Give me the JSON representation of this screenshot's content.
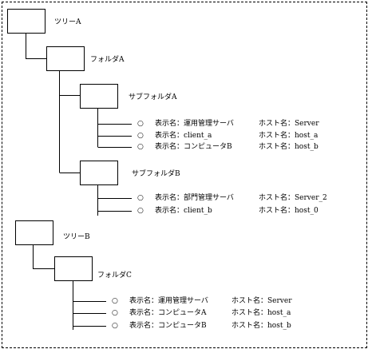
{
  "trees": [
    {
      "label": "ツリーA",
      "folders": [
        {
          "label": "フォルダA",
          "subfolders": [
            {
              "label": "サブフォルダA",
              "items": [
                {
                  "bullet": "○",
                  "display": "表示名：運用管理サーバ",
                  "host": "ホスト名：Server"
                },
                {
                  "bullet": "○",
                  "display": "表示名：client_a",
                  "host": "ホスト名：host_a"
                },
                {
                  "bullet": "○",
                  "display": "表示名：コンピュータB",
                  "host": "ホスト名：host_b"
                }
              ]
            },
            {
              "label": "サブフォルダB",
              "items": [
                {
                  "bullet": "○",
                  "display": "表示名：部門管理サーバ",
                  "host": "ホスト名：Server_2"
                },
                {
                  "bullet": "○",
                  "display": "表示名：client_b",
                  "host": "ホスト名：host_0"
                }
              ]
            }
          ]
        }
      ]
    },
    {
      "label": "ツリーB",
      "folders": [
        {
          "label": "フォルダC",
          "items": [
            {
              "bullet": "○",
              "display": "表示名：運用管理サーバ",
              "host": "ホスト名：Server"
            },
            {
              "bullet": "○",
              "display": "表示名：コンピュータA",
              "host": "ホスト名：host_a"
            },
            {
              "bullet": "○",
              "display": "表示名：コンピュータB",
              "host": "ホスト名：host_b"
            }
          ]
        }
      ]
    }
  ]
}
